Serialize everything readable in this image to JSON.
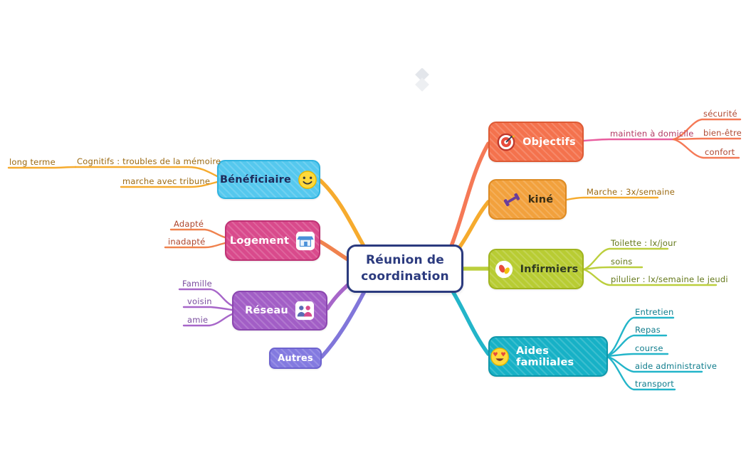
{
  "app": {
    "watermark_icon": "app-logo-diamond"
  },
  "center": {
    "line1": "Réunion de",
    "line2": "coordination"
  },
  "branches": {
    "beneficiaire": {
      "label": "Bénéficiaire",
      "icon": "smiley-face",
      "color": "#55c8ee"
    },
    "logement": {
      "label": "Logement",
      "icon": "storefront",
      "color": "#d94a8c"
    },
    "reseau": {
      "label": "Réseau",
      "icon": "family",
      "color": "#a25ec6"
    },
    "autres": {
      "label": "Autres",
      "color": "#837ae0"
    },
    "objectifs": {
      "label": "Objectifs",
      "icon": "dartboard-target",
      "color": "#f4724d"
    },
    "kine": {
      "label": "kiné",
      "icon": "dumbbell",
      "color": "#f2a13d"
    },
    "infirmiers": {
      "label": "Infirmiers",
      "icon": "pills",
      "color": "#b8cc33"
    },
    "aides": {
      "label": "Aides familiales",
      "icon": "heart-eyes-face",
      "color": "#17b1c6"
    }
  },
  "leaves": {
    "beneficiaire": {
      "cognitifs": "Cognitifs : troubles de la mémoire",
      "long_terme": "long terme",
      "marche_tribune": "marche avec tribune"
    },
    "logement": {
      "adapte": "Adapté",
      "inadapte": "inadapté"
    },
    "reseau": {
      "famille": "Famille",
      "voisin": "voisin",
      "amie": "amie"
    },
    "objectifs": {
      "maintien": "maintien à domicile",
      "securite": "sécurité",
      "bien_etre": "bien-être",
      "confort": "confort"
    },
    "kine": {
      "marche": "Marche : 3x/semaine"
    },
    "infirmiers": {
      "toilette": "Toilette : lx/jour",
      "soins": "soins",
      "pilulier": "pilulier : lx/semaine le jeudi"
    },
    "aides": {
      "entretien": "Entretien",
      "repas": "Repas",
      "course": "course",
      "aide_administrative": "aide administrative",
      "transport": "transport"
    }
  },
  "colors": {
    "center_border": "#2b3a7e",
    "amber": "#f5a623",
    "orange_red": "#ef7b45",
    "purple": "#a25ec6",
    "indigo": "#7a6fd8",
    "coral": "#f4724d",
    "pink": "#e8559a",
    "lime": "#b8cc33",
    "teal": "#17b1c6"
  }
}
